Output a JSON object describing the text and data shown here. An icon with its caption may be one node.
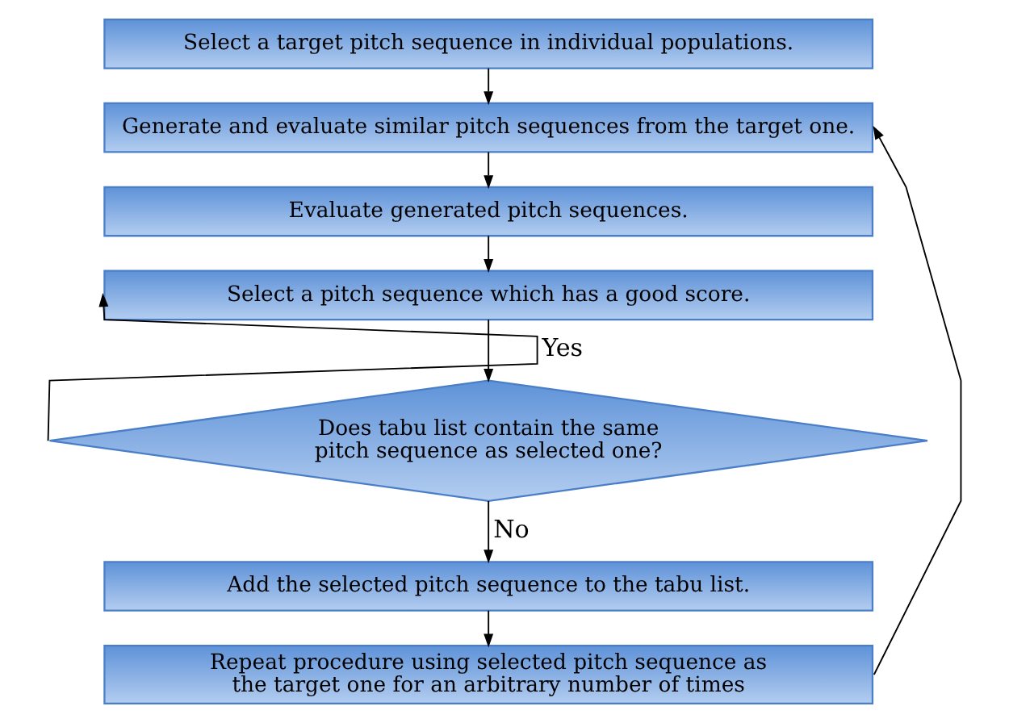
{
  "diagram": {
    "nodes": [
      {
        "text": [
          "Select a target pitch sequence in individual populations."
        ]
      },
      {
        "text": [
          "Generate and evaluate similar pitch sequences from the target one."
        ]
      },
      {
        "text": [
          "Evaluate generated pitch sequences."
        ]
      },
      {
        "text": [
          "Select a pitch sequence which has a good score."
        ]
      },
      {
        "text": [
          "Does tabu list contain the same pitch sequence as selected one?"
        ]
      },
      {
        "text": [
          "Add the selected pitch sequence to the tabu list."
        ]
      },
      {
        "text": [
          "Repeat procedure using selected pitch sequence as the target one for an arbitrary number of times"
        ]
      }
    ],
    "edges": [
      {
        "from": 0,
        "to": 1,
        "arrow": "to"
      },
      {
        "from": 1,
        "to": 2,
        "arrow": "to"
      },
      {
        "from": 2,
        "to": 3,
        "arrow": "to"
      },
      {
        "from": 3,
        "to": 4,
        "arrow": "to"
      },
      {
        "from": 4,
        "to": 3,
        "arrow": "to",
        "label": "Yes"
      },
      {
        "from": 4,
        "to": 5,
        "arrow": "to",
        "label": "No"
      },
      {
        "from": 5,
        "to": 6,
        "arrow": "to"
      },
      {
        "from": 6,
        "to": 1,
        "arrow": "to"
      }
    ]
  }
}
